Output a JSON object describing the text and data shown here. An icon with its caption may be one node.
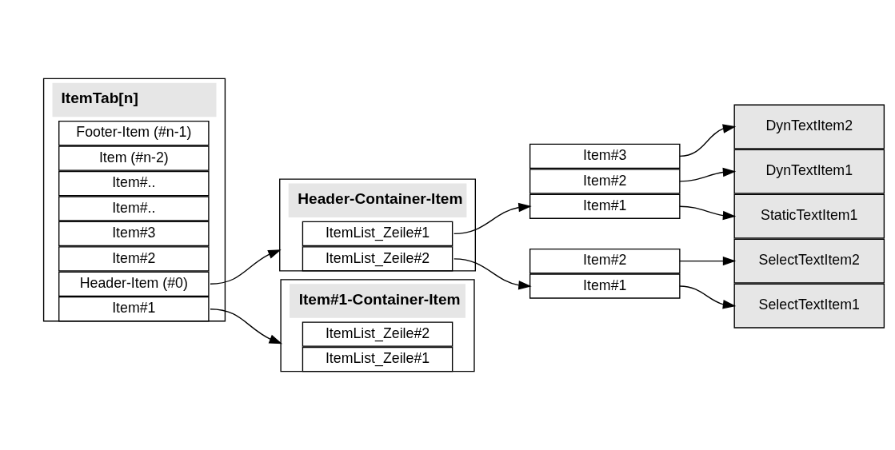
{
  "diagram": {
    "nodes": [
      {
        "text": [
          "ItemTab[n]"
        ]
      },
      {
        "text": [
          "Header-Item (#0)"
        ],
        "in": 0
      },
      {
        "text": [
          "Item#1"
        ],
        "in": 0
      },
      {
        "text": [
          "Item#2"
        ],
        "in": 0
      },
      {
        "text": [
          "Item#3"
        ],
        "in": 0
      },
      {
        "text": [
          "Item#.."
        ],
        "in": 0
      },
      {
        "text": [
          "Item#.."
        ],
        "in": 0
      },
      {
        "text": [
          "Item (#n-2)"
        ],
        "in": 0
      },
      {
        "text": [
          "Footer-Item (#n-1)"
        ],
        "in": 0
      },
      {
        "text": [
          "Header-Container-Item"
        ]
      },
      {
        "text": [
          "ItemList_Zeile#1"
        ],
        "in": 9
      },
      {
        "text": [
          "ItemList_Zeile#2"
        ],
        "in": 9
      },
      {
        "text": [
          "Item#1-Container-Item"
        ]
      },
      {
        "text": [
          "ItemList_Zeile#1"
        ],
        "in": 12
      },
      {
        "text": [
          "ItemList_Zeile#2"
        ],
        "in": 12
      },
      {
        "text": [
          "Item#1"
        ]
      },
      {
        "text": [
          "Item#2"
        ]
      },
      {
        "text": [
          "Item#3"
        ]
      },
      {
        "text": [
          "Item#1"
        ]
      },
      {
        "text": [
          "Item#2"
        ]
      },
      {
        "text": [
          "StaticTextItem1"
        ]
      },
      {
        "text": [
          "DynTextItem1"
        ]
      },
      {
        "text": [
          "DynTextItem2"
        ]
      },
      {
        "text": [
          "SelectTextItem1"
        ]
      },
      {
        "text": [
          "SelectTextItem2"
        ]
      }
    ],
    "edges": [
      {
        "from": 1,
        "to": 9,
        "arrow": "to"
      },
      {
        "from": 2,
        "to": 12,
        "arrow": "to"
      },
      {
        "from": 10,
        "to": 15,
        "arrow": "to"
      },
      {
        "from": 11,
        "to": 18,
        "arrow": "to"
      },
      {
        "from": 15,
        "to": 20,
        "arrow": "to"
      },
      {
        "from": 16,
        "to": 21,
        "arrow": "to"
      },
      {
        "from": 17,
        "to": 22,
        "arrow": "to"
      },
      {
        "from": 18,
        "to": 23,
        "arrow": "to"
      },
      {
        "from": 19,
        "to": 24,
        "arrow": "to"
      }
    ]
  }
}
